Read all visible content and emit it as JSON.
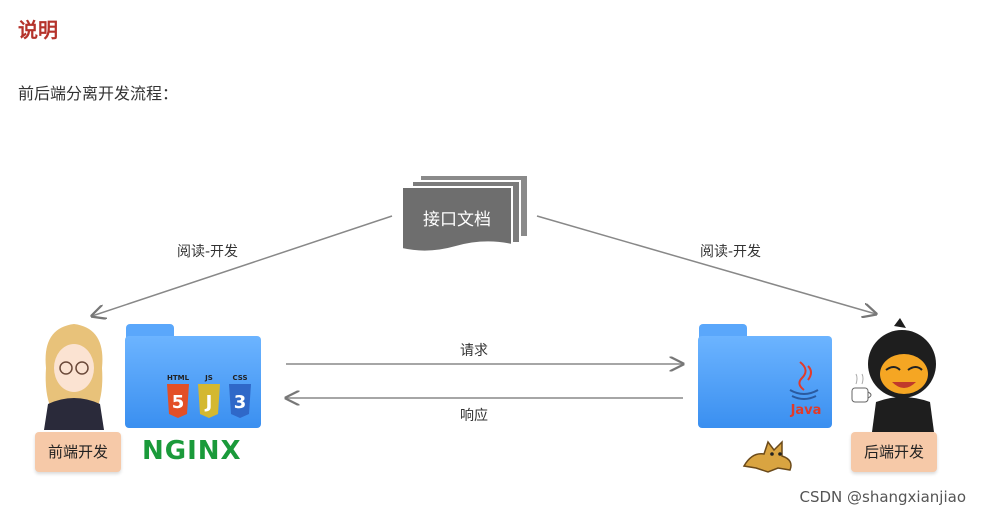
{
  "header": {
    "title": "说明",
    "subtitle": "前后端分离开发流程："
  },
  "diagram": {
    "doc_label": "接口文档",
    "left_edge_label": "阅读-开发",
    "right_edge_label": "阅读-开发",
    "request_label": "请求",
    "response_label": "响应",
    "frontend_label": "前端开发",
    "backend_label": "后端开发",
    "frontend_tech": [
      "HTML",
      "JS",
      "CSS"
    ],
    "frontend_server_logo": "NGINX",
    "backend_tech": "Java"
  },
  "watermark": "CSDN @shangxianjiao",
  "colors": {
    "title": "#b5332b",
    "doc": "#6e6e6e",
    "folder": "#4a9ff5",
    "role_box": "#f6c9a8",
    "nginx": "#1a9a3a"
  }
}
